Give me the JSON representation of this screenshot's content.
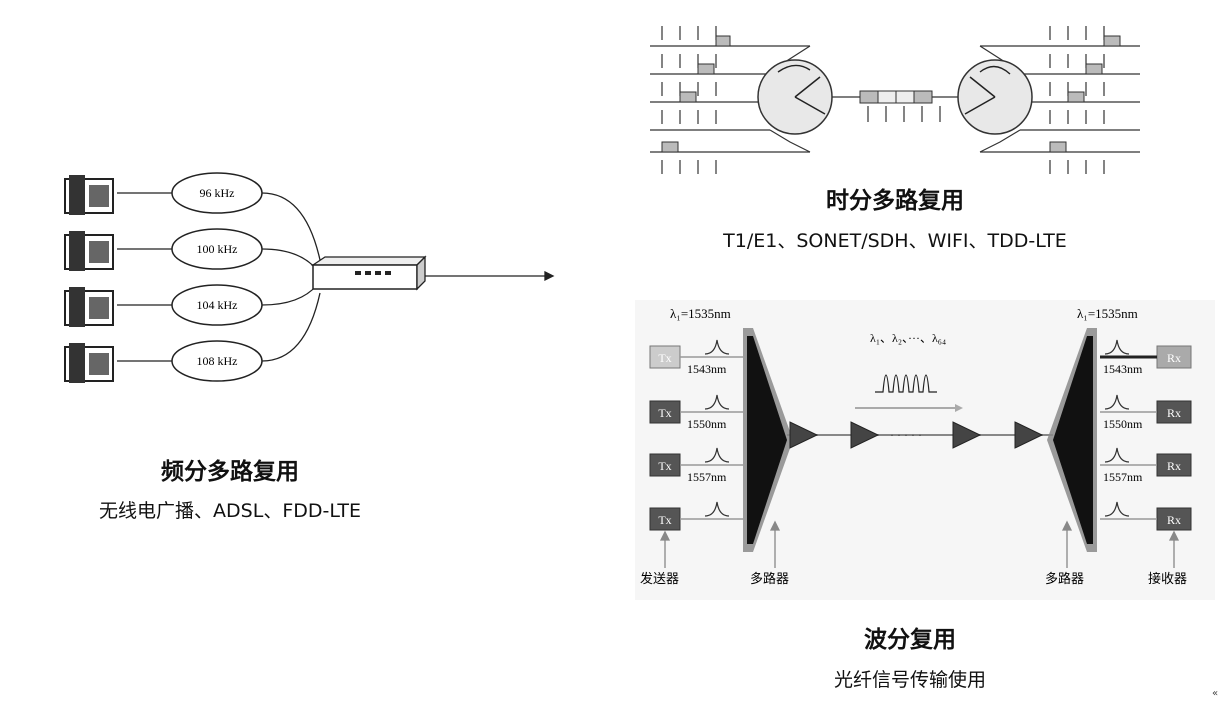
{
  "fdm": {
    "title": "频分多路复用",
    "subtitle": "无线电广播、ADSL、FDD-LTE",
    "channels": [
      "96 kHz",
      "100 kHz",
      "104 kHz",
      "108 kHz"
    ]
  },
  "tdm": {
    "title": "时分多路复用",
    "subtitle": "T1/E1、SONET/SDH、WIFI、TDD-LTE"
  },
  "wdm": {
    "title": "波分复用",
    "subtitle": "光纤信号传输使用",
    "lambda_left": "λ₁=1535nm",
    "lambda_right": "λ₁=1535nm",
    "lambda_series": "λ₁、λ₂、···、λ₆₄",
    "wavelengths_left": [
      "1543nm",
      "1550nm",
      "1557nm"
    ],
    "wavelengths_right": [
      "1543nm",
      "1550nm",
      "1557nm"
    ],
    "tx_label": "Tx",
    "rx_label": "Rx",
    "label_sender": "发送器",
    "label_mux_left": "多路器",
    "label_mux_right": "多路器",
    "label_receiver": "接收器"
  },
  "corner_mark": "«"
}
